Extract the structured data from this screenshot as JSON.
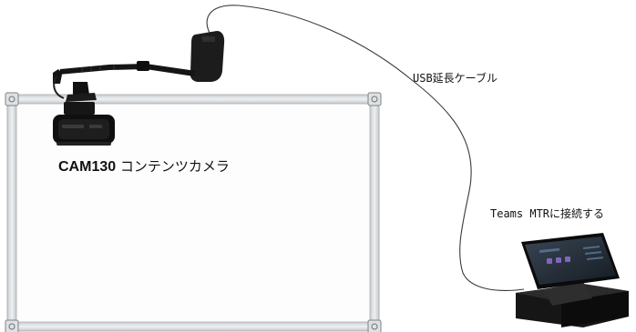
{
  "labels": {
    "camera_model": "CAM130",
    "camera_desc": "コンテンツカメラ",
    "cable": "USB延長ケーブル",
    "teams": "Teams MTRに接続する"
  },
  "colors": {
    "board_frame": "#d7dadc",
    "board_surface": "#ffffff",
    "cable": "#333333",
    "device_body": "#1a1a1a",
    "screen": "#2b3440"
  },
  "icons": {
    "camera": "content-camera-icon",
    "mount": "camera-mount-arm-icon",
    "device": "teams-mtr-console-icon"
  }
}
